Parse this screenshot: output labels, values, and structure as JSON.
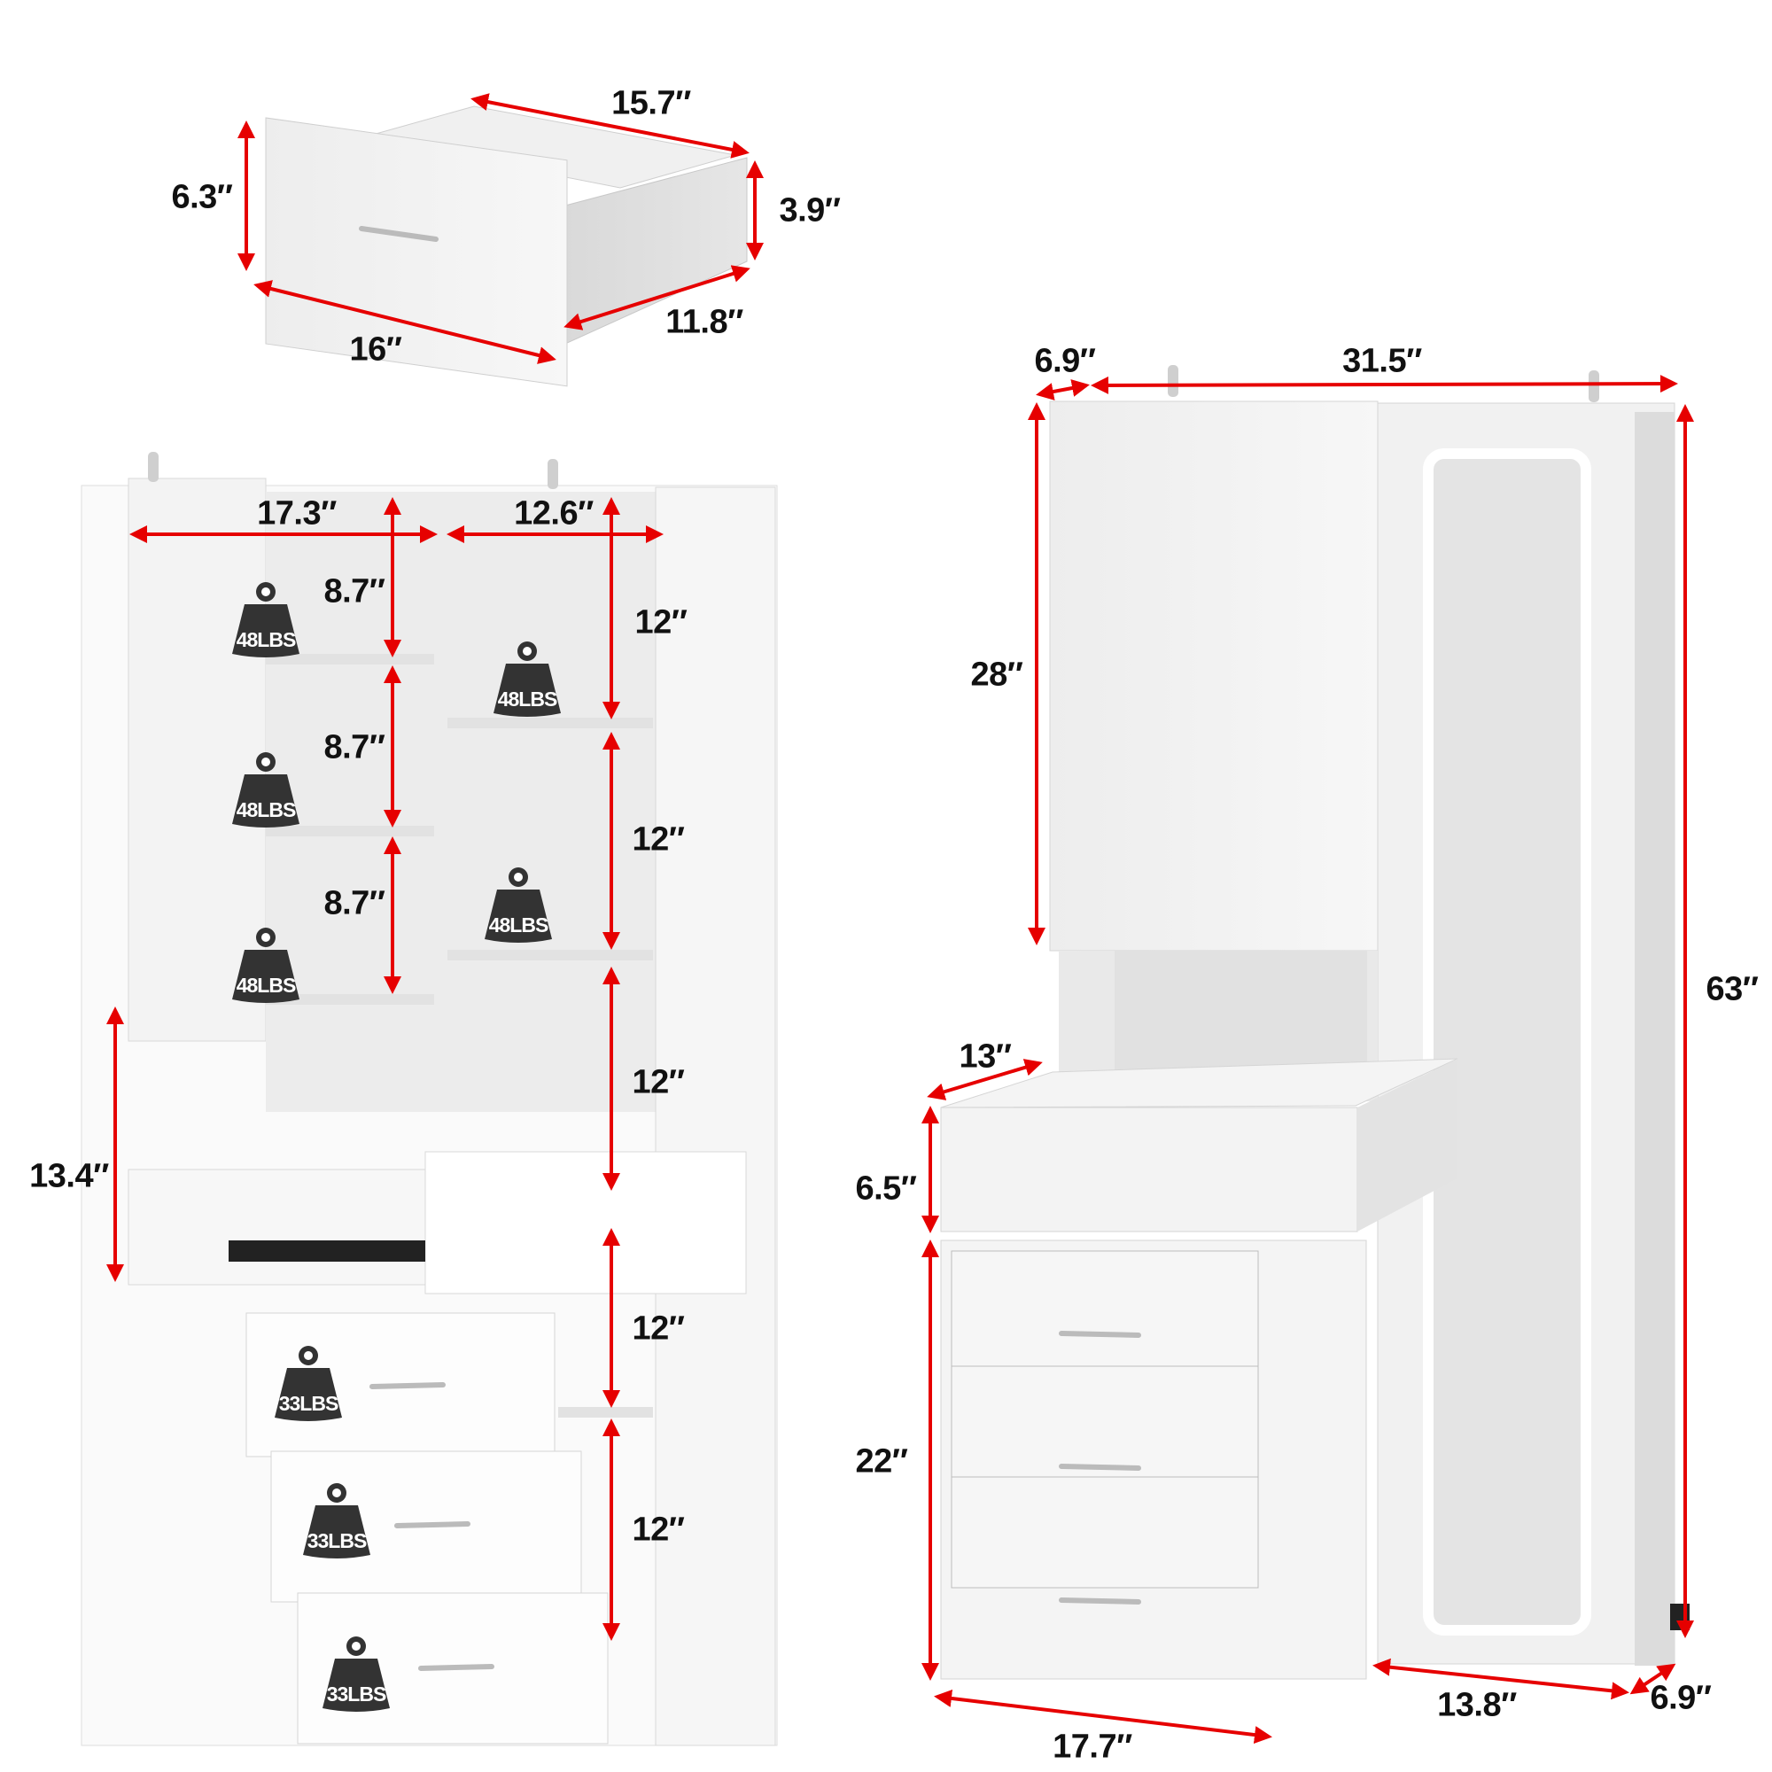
{
  "accent_color": "#e60000",
  "panel_color": "#f2f2f2",
  "weight_icon_color": "#333333",
  "drawer_detail": {
    "height": "6.3″",
    "length": "15.7″",
    "side_height": "3.9″",
    "front_width": "16″",
    "depth": "11.8″"
  },
  "open_cabinet": {
    "left_width": "17.3″",
    "right_width": "12.6″",
    "left_shelf_gaps": [
      "8.7″",
      "8.7″",
      "8.7″"
    ],
    "right_shelf_gaps": [
      "12″",
      "12″",
      "12″",
      "12″",
      "12″"
    ],
    "vanity_gap": "13.4″",
    "shelf_load": [
      "48LBS",
      "48LBS",
      "48LBS",
      "48LBS",
      "48LBS"
    ],
    "drawer_load": [
      "33LBS",
      "33LBS",
      "33LBS"
    ]
  },
  "closed_cabinet": {
    "side_depth_top": "6.9″",
    "total_width": "31.5″",
    "upper_height": "28″",
    "total_height": "63″",
    "desk_depth": "13″",
    "top_drawer_height": "6.5″",
    "base_height": "22″",
    "base_width": "17.7″",
    "mirror_width": "13.8″",
    "side_depth_bottom": "6.9″"
  }
}
